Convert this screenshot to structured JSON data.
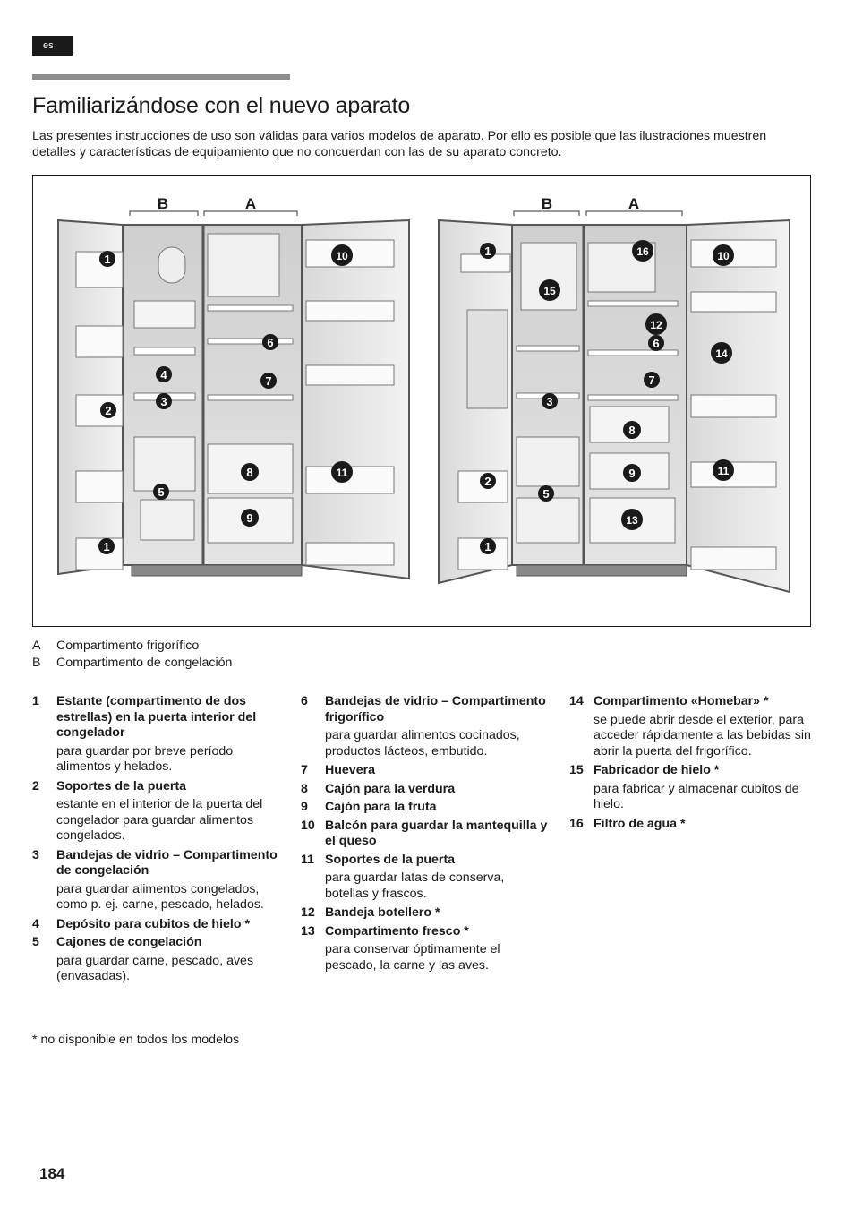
{
  "lang_tab": "es",
  "title": "Familiarizándose con el nuevo aparato",
  "intro": "Las presentes instrucciones de uso son válidas para varios modelos de aparato. Por ello es posible que las ilustraciones muestren detalles y características de equipamiento que no concuerdan con las de su aparato concreto.",
  "figure": {
    "left": {
      "labels": {
        "b": "B",
        "a": "A"
      },
      "badges": {
        "b1a": "1",
        "b1b": "1",
        "b2": "2",
        "b3": "3",
        "b4": "4",
        "b5": "5",
        "b6": "6",
        "b7": "7",
        "b8": "8",
        "b9": "9",
        "b10": "10",
        "b11": "11"
      }
    },
    "right": {
      "labels": {
        "b": "B",
        "a": "A"
      },
      "badges": {
        "b1a": "1",
        "b1b": "1",
        "b2": "2",
        "b3": "3",
        "b5": "5",
        "b6": "6",
        "b7": "7",
        "b8": "8",
        "b9": "9",
        "b10": "10",
        "b11": "11",
        "b12": "12",
        "b13": "13",
        "b14": "14",
        "b15": "15",
        "b16": "16"
      }
    }
  },
  "legend": [
    {
      "key": "A",
      "text": "Compartimento frigorífico"
    },
    {
      "key": "B",
      "text": "Compartimento de congelación"
    }
  ],
  "items": [
    {
      "n": "1",
      "label": "Estante (compartimento de dos estrellas) en la puerta interior del congelador",
      "desc": "para guardar por breve período alimentos y helados."
    },
    {
      "n": "2",
      "label": "Soportes de la puerta",
      "desc": "estante en el interior de la puerta del congelador para guardar alimentos congelados."
    },
    {
      "n": "3",
      "label": "Bandejas de vidrio – Compartimento de congelación",
      "desc": "para guardar alimentos congelados, como p. ej. carne, pescado, helados."
    },
    {
      "n": "4",
      "label": "Depósito para cubitos de hielo *",
      "desc": ""
    },
    {
      "n": "5",
      "label": "Cajones de congelación",
      "desc": "para guardar carne, pescado, aves (envasadas)."
    },
    {
      "n": "6",
      "label": "Bandejas de vidrio – Compartimento frigorífico",
      "desc": "para guardar alimentos cocinados, productos lácteos, embutido."
    },
    {
      "n": "7",
      "label": "Huevera",
      "desc": ""
    },
    {
      "n": "8",
      "label": "Cajón para la verdura",
      "desc": ""
    },
    {
      "n": "9",
      "label": "Cajón para la fruta",
      "desc": ""
    },
    {
      "n": "10",
      "label": "Balcón para guardar la mantequilla y el queso",
      "desc": ""
    },
    {
      "n": "11",
      "label": "Soportes de la puerta",
      "desc": "para guardar latas de conserva, botellas y frascos."
    },
    {
      "n": "12",
      "label": "Bandeja botellero *",
      "desc": ""
    },
    {
      "n": "13",
      "label": "Compartimento fresco *",
      "desc": "para conservar óptimamente el pescado, la carne y las aves."
    },
    {
      "n": "14",
      "label": "Compartimento «Homebar» *",
      "desc": "se puede abrir desde el exterior, para acceder rápidamente a las bebidas sin abrir la puerta del frigorífico."
    },
    {
      "n": "15",
      "label": "Fabricador de hielo *",
      "desc": "para fabricar y almacenar cubitos de hielo."
    },
    {
      "n": "16",
      "label": "Filtro de agua *",
      "desc": ""
    }
  ],
  "footnote": "*   no disponible en todos los modelos",
  "page_number": "184"
}
